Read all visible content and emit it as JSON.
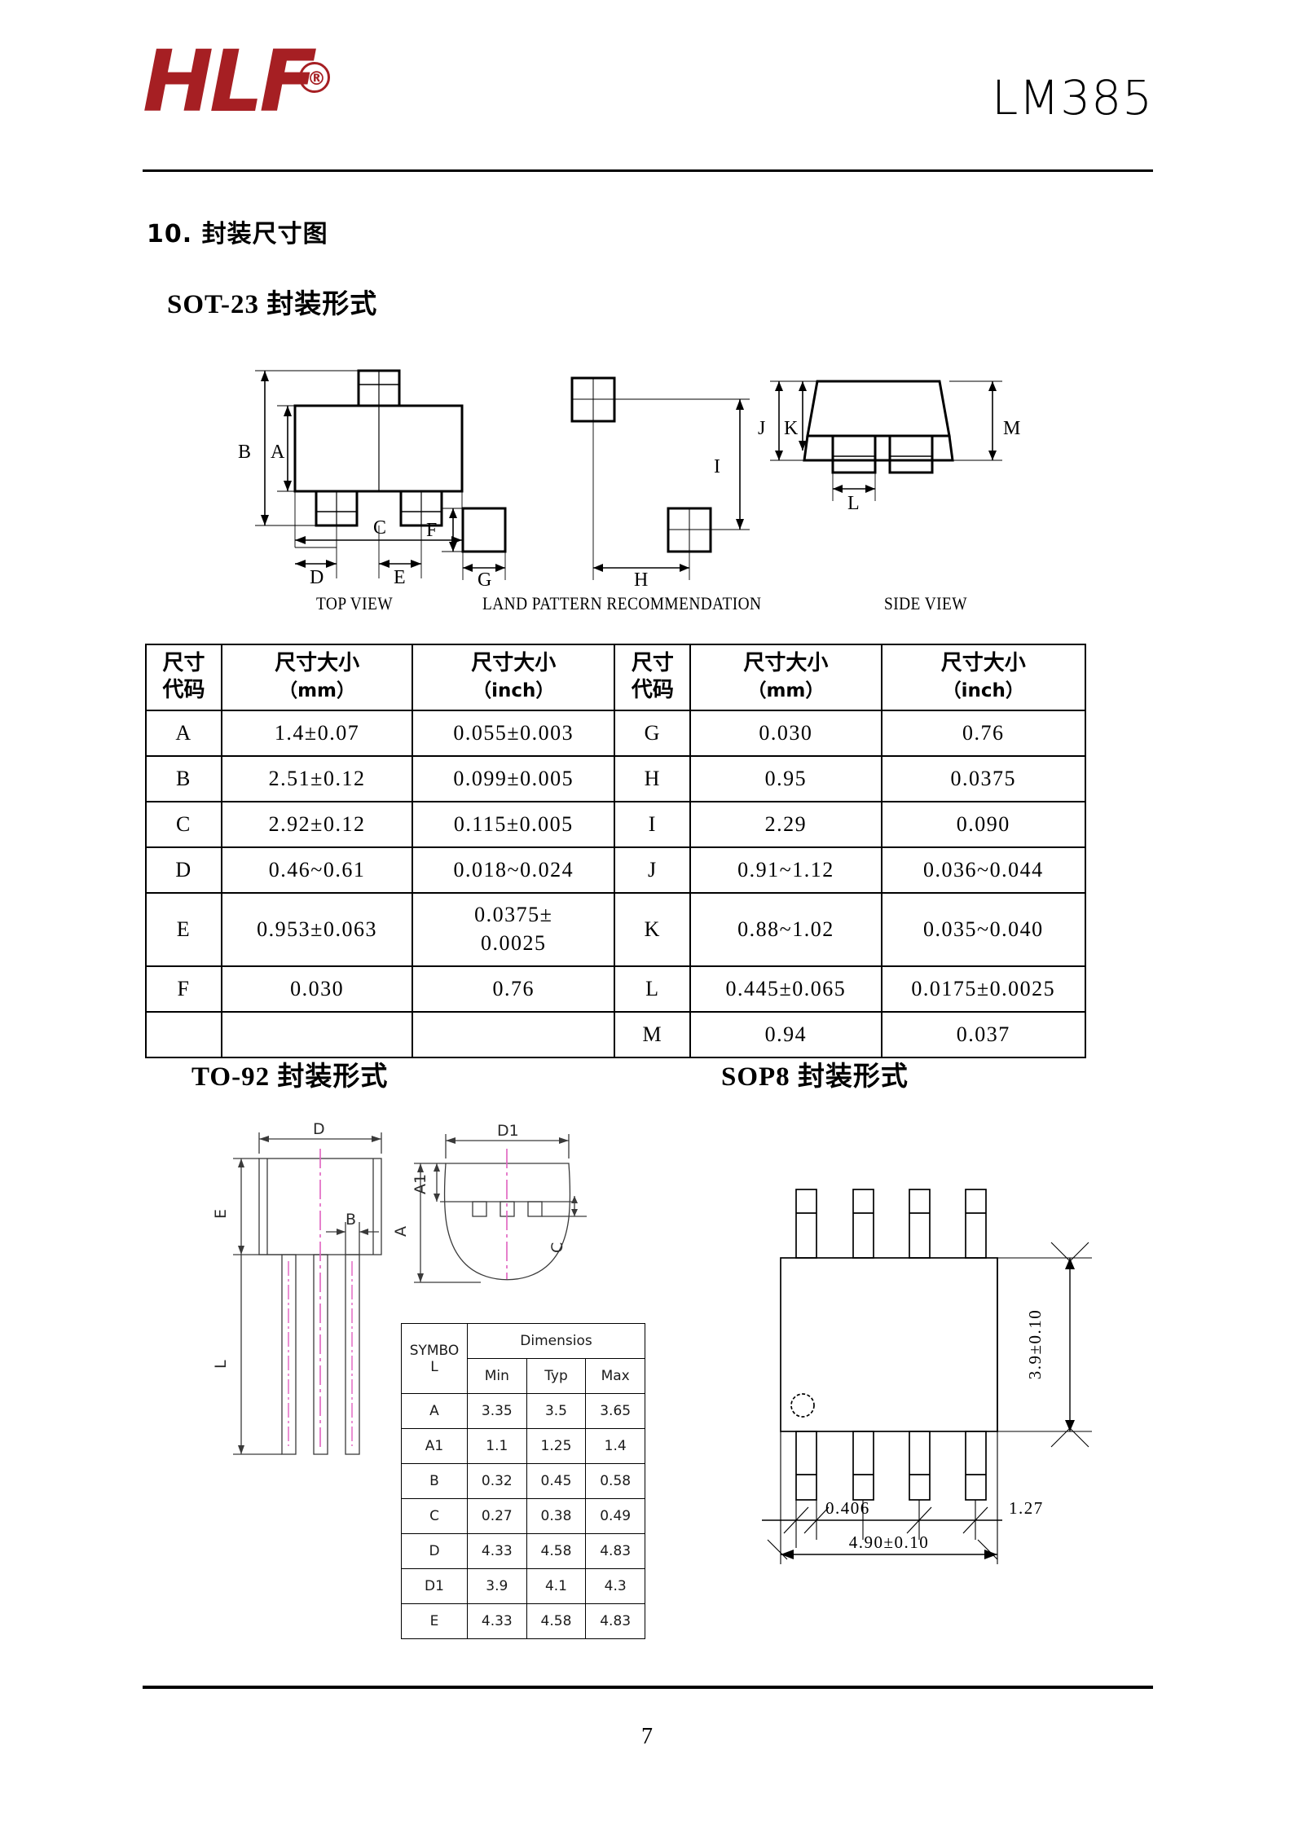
{
  "header": {
    "logo_text": "HLF",
    "logo_trademark": "®",
    "logo_color": "#a61f23",
    "part_number": "LM385"
  },
  "section": {
    "number_title": "10. 封装尺寸图",
    "sot23_title": "SOT-23 封装形式",
    "to92_title": "TO-92 封装形式",
    "sop8_title": "SOP8 封装形式"
  },
  "sot23_views": {
    "top_view": "TOP VIEW",
    "land_pattern": "LAND PATTERN RECOMMENDATION",
    "side_view": "SIDE VIEW",
    "callouts": {
      "a": "A",
      "b": "B",
      "c": "C",
      "d": "D",
      "e": "E",
      "f": "F",
      "g": "G",
      "h": "H",
      "i": "I",
      "j": "J",
      "k": "K",
      "l": "L",
      "m": "M"
    }
  },
  "sot23_table": {
    "headers": {
      "code": "尺寸\n代码",
      "code_line1": "尺寸",
      "code_line2": "代码",
      "size_line1": "尺寸大小",
      "mm_unit": "（mm）",
      "inch_unit": "（inch）"
    },
    "rows": [
      {
        "code": "A",
        "mm": "1.4±0.07",
        "inch": "0.055±0.003",
        "code2": "G",
        "mm2": "0.030",
        "inch2": "0.76"
      },
      {
        "code": "B",
        "mm": "2.51±0.12",
        "inch": "0.099±0.005",
        "code2": "H",
        "mm2": "0.95",
        "inch2": "0.0375"
      },
      {
        "code": "C",
        "mm": "2.92±0.12",
        "inch": "0.115±0.005",
        "code2": "I",
        "mm2": "2.29",
        "inch2": "0.090"
      },
      {
        "code": "D",
        "mm": "0.46~0.61",
        "inch": "0.018~0.024",
        "code2": "J",
        "mm2": "0.91~1.12",
        "inch2": "0.036~0.044"
      },
      {
        "code": "E",
        "mm": "0.953±0.063",
        "inch": "0.0375±\n0.0025",
        "inch_l1": "0.0375±",
        "inch_l2": "0.0025",
        "code2": "K",
        "mm2": "0.88~1.02",
        "inch2": "0.035~0.040"
      },
      {
        "code": "F",
        "mm": "0.030",
        "inch": "0.76",
        "code2": "L",
        "mm2": "0.445±0.065",
        "inch2": "0.0175±0.0025"
      },
      {
        "code": "",
        "mm": "",
        "inch": "",
        "code2": "M",
        "mm2": "0.94",
        "inch2": "0.037"
      }
    ]
  },
  "to92_drawing": {
    "callouts": {
      "d": "D",
      "e": "E",
      "b": "B",
      "d1": "D1",
      "a": "A",
      "a1": "A1",
      "c": "C",
      "l": "L"
    },
    "centerline_color": "#e060c0"
  },
  "to92_table": {
    "symbol_header": "SYMBOL",
    "symbol_header_line1": "SYMBO",
    "symbol_header_line2": "L",
    "dimensions_header": "Dimensios",
    "columns": [
      "Min",
      "Typ",
      "Max"
    ],
    "rows": [
      {
        "symbol": "A",
        "min": "3.35",
        "typ": "3.5",
        "max": "3.65"
      },
      {
        "symbol": "A1",
        "min": "1.1",
        "typ": "1.25",
        "max": "1.4"
      },
      {
        "symbol": "B",
        "min": "0.32",
        "typ": "0.45",
        "max": "0.58"
      },
      {
        "symbol": "C",
        "min": "0.27",
        "typ": "0.38",
        "max": "0.49"
      },
      {
        "symbol": "D",
        "min": "4.33",
        "typ": "4.58",
        "max": "4.83"
      },
      {
        "symbol": "D1",
        "min": "3.9",
        "typ": "4.1",
        "max": "4.3"
      },
      {
        "symbol": "E",
        "min": "4.33",
        "typ": "4.58",
        "max": "4.83"
      }
    ]
  },
  "sop8_drawing": {
    "height_dim": "3.9±0.10",
    "lead_width_dim": "0.406",
    "pitch_dim": "1.27",
    "length_dim": "4.90±0.10"
  },
  "footer": {
    "page_number": "7"
  }
}
